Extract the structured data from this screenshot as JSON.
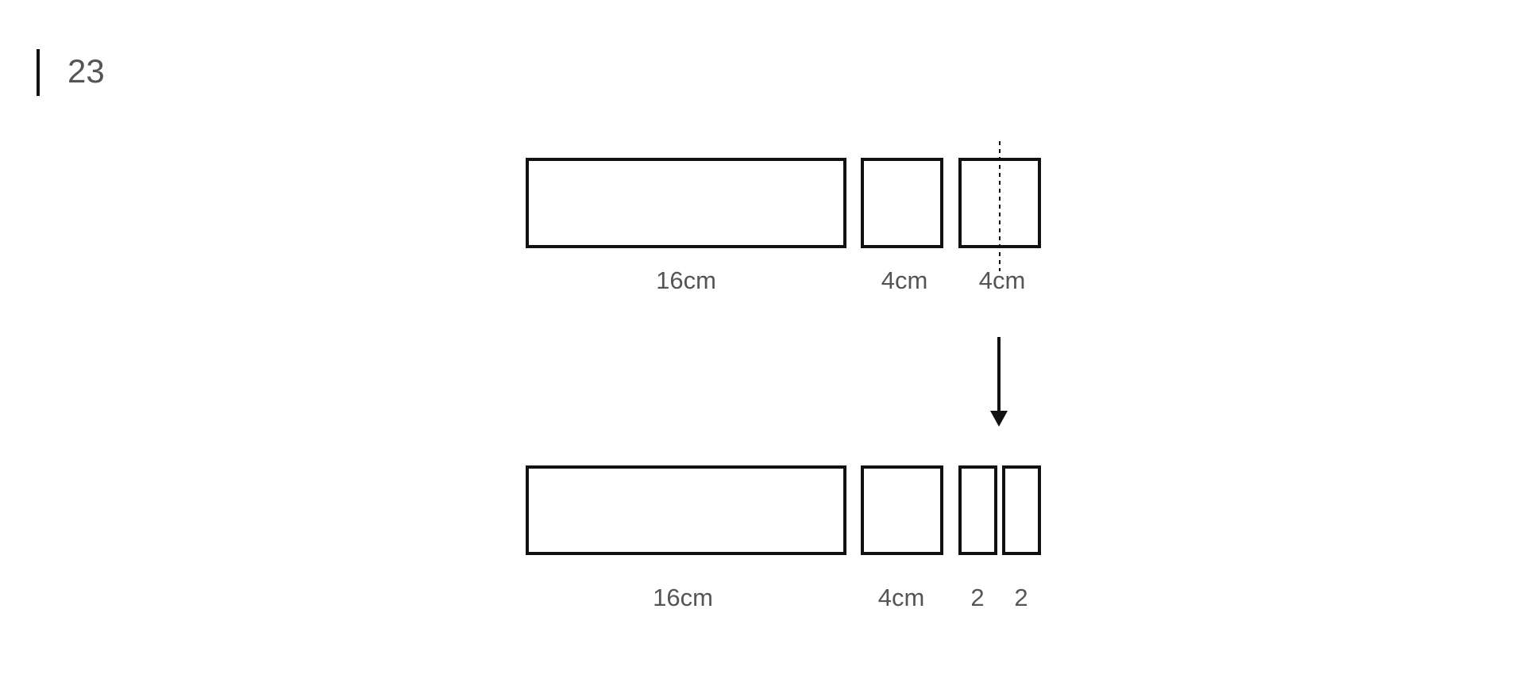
{
  "problem_number": "23",
  "top_row": {
    "segments": [
      {
        "label": "16cm",
        "length": 16
      },
      {
        "label": "4cm",
        "length": 4
      },
      {
        "label": "4cm",
        "length": 4,
        "cut_line": "dotted"
      }
    ]
  },
  "transition": {
    "arrow": "down-arrow"
  },
  "bottom_row": {
    "segments": [
      {
        "label": "16cm",
        "length": 16
      },
      {
        "label": "4cm",
        "length": 4
      },
      {
        "label": "2",
        "length": 2
      },
      {
        "label": "2",
        "length": 2
      }
    ]
  },
  "colors": {
    "stroke": "#111111",
    "text": "#555555",
    "background": "#ffffff"
  }
}
